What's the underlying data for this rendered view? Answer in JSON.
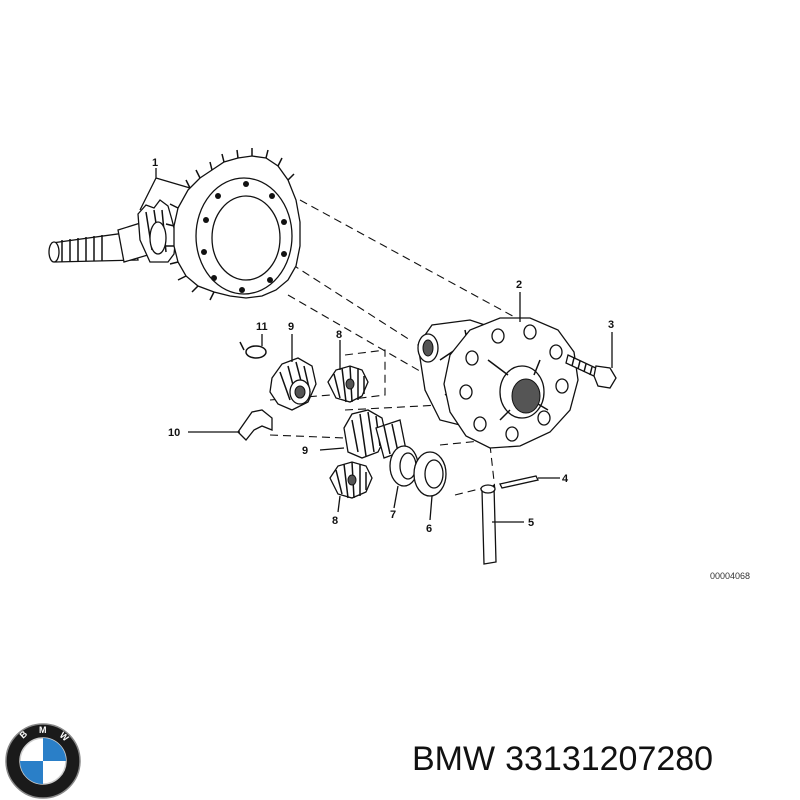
{
  "diagram": {
    "callouts": [
      "1",
      "2",
      "3",
      "4",
      "5",
      "6",
      "7",
      "8",
      "9",
      "10",
      "11",
      "8",
      "9"
    ],
    "drawing_number": "00004068"
  },
  "footer": {
    "brand": "BMW",
    "part_number": "33131207280"
  },
  "logo": {
    "lettering": "BMW",
    "colors": {
      "ring": "#1a1a1a",
      "blue": "#2a7fc8",
      "white": "#ffffff"
    }
  }
}
